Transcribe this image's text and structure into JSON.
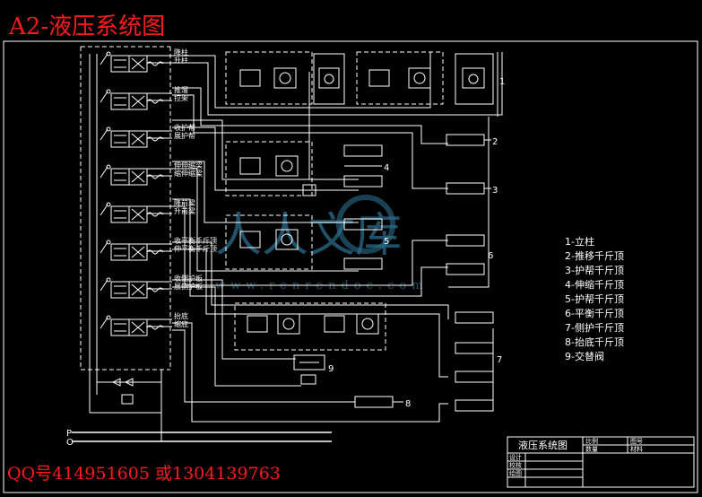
{
  "title": "A2-液压系统图",
  "footer": "QQ号414951605 或1304139763",
  "watermark": {
    "text": "人人文库",
    "url": "www.renrendoc.com"
  },
  "valve_labels": [
    [
      "降柱",
      "升柱"
    ],
    [
      "推溜",
      "拉架"
    ],
    [
      "收护帮",
      "展护帮"
    ],
    [
      "伸伸缩梁",
      "缩伸缩梁"
    ],
    [
      "降前梁",
      "升前梁"
    ],
    [
      "收平衡千斤顶",
      "伸平衡千斤顶"
    ],
    [
      "收侧护板",
      "展侧护板"
    ],
    [
      "抬底",
      "缩底"
    ]
  ],
  "component_numbers": [
    "1",
    "2",
    "3",
    "4",
    "5",
    "6",
    "7",
    "8",
    "9"
  ],
  "port_labels": {
    "pressure": "P",
    "return": "O"
  },
  "legend": [
    "1-立柱",
    "2-推移千斤顶",
    "3-护帮千斤顶",
    "4-伸缩千斤顶",
    "5-护帮千斤顶",
    "6-平衡千斤顶",
    "7-侧护千斤顶",
    "8-抬底千斤顶",
    "9-交替阀"
  ],
  "title_block": {
    "drawing_name": "液压系统图",
    "scale_label": "比例",
    "quantity_label": "数量",
    "drawing_no_label": "图号",
    "material_label": "材料",
    "design_label": "设计",
    "check_label": "校核",
    "draw_label": "绘图"
  },
  "colors": {
    "background": "#000000",
    "lines": "#ffffff",
    "annotation": "#ff1a1a",
    "watermark": "#2b6d8c"
  }
}
